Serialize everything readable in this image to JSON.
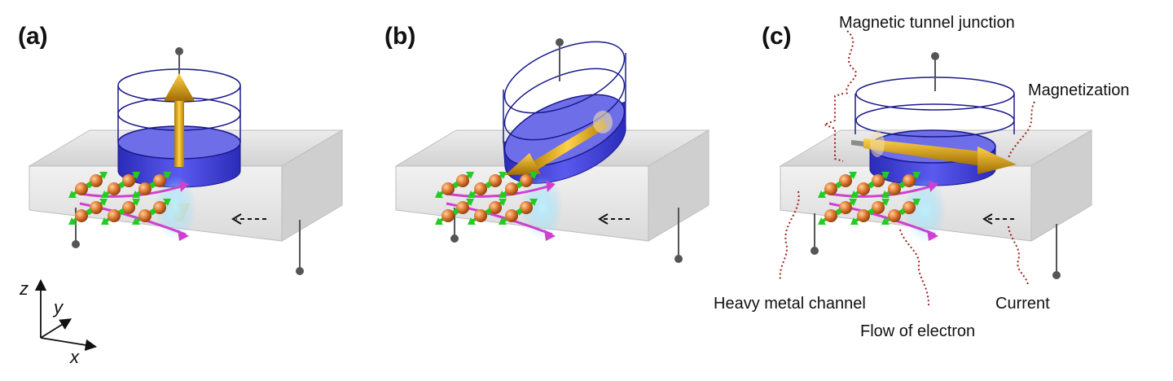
{
  "panels": [
    {
      "label": "(a)"
    },
    {
      "label": "(b)"
    },
    {
      "label": "(c)"
    }
  ],
  "annotations": {
    "mtj": "Magnetic tunnel junction",
    "magnetization": "Magnetization",
    "heavy_metal": "Heavy metal channel",
    "current": "Current",
    "flow": "Flow of electron"
  },
  "axes": {
    "z": "z",
    "y": "y",
    "x": "x"
  },
  "colors": {
    "slab": "#d9d9d9",
    "mtj_outline": "#1a1a8c",
    "free_layer": "#3a3ad6",
    "magnet_arrow": "#f0b400",
    "electron": "#d9772b",
    "spin_arrow": "#22cc22",
    "flow_arrow": "#d040d0",
    "glow": "#7fd7ff",
    "leader": "#a0201c"
  }
}
